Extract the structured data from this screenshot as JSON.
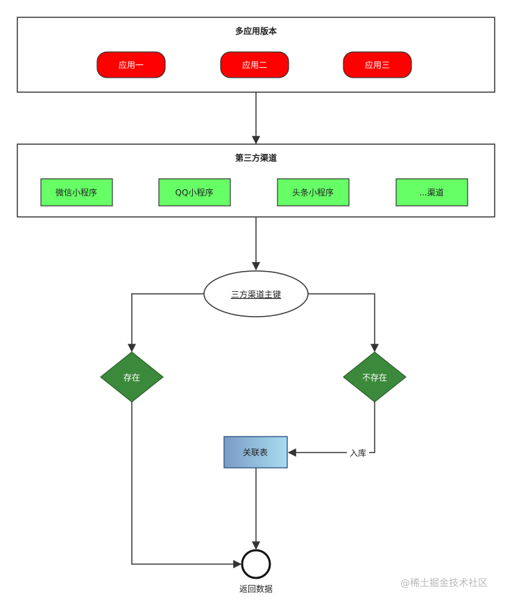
{
  "groups": {
    "apps": {
      "title": "多应用版本",
      "items": [
        "应用一",
        "应用二",
        "应用三"
      ]
    },
    "channels": {
      "title": "第三方渠道",
      "items": [
        "微信小程序",
        "QQ小程序",
        "头条小程序",
        "...渠道"
      ]
    }
  },
  "nodes": {
    "primary_key": "三方渠道主键",
    "exists": "存在",
    "not_exists": "不存在",
    "relation_table": "关联表",
    "return_data": "返回数据"
  },
  "edges": {
    "store_label": "入库"
  },
  "colors": {
    "app_red": "#ff0000",
    "channel_green": "#66ff66",
    "decision_green": "#3b8a3b",
    "table_gradient_start": "#7a9cc6",
    "table_gradient_end": "#a8dcef"
  },
  "watermark": "@稀土掘金技术社区"
}
